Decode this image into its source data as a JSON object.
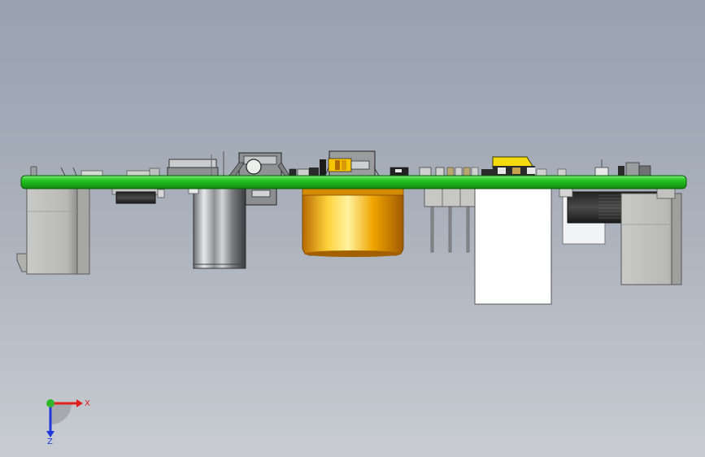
{
  "scene": {
    "view": "pcb-assembly-side-view",
    "background_top": "#97a1b0",
    "background_bottom": "#c8ccd2",
    "board_color": "#22c21f",
    "capacitor_color": "#f2a100"
  },
  "triad": {
    "x_label": "X",
    "z_label": "Z",
    "x_color": "#e0201a",
    "y_color": "#2fb52a",
    "z_color": "#2036d8"
  }
}
